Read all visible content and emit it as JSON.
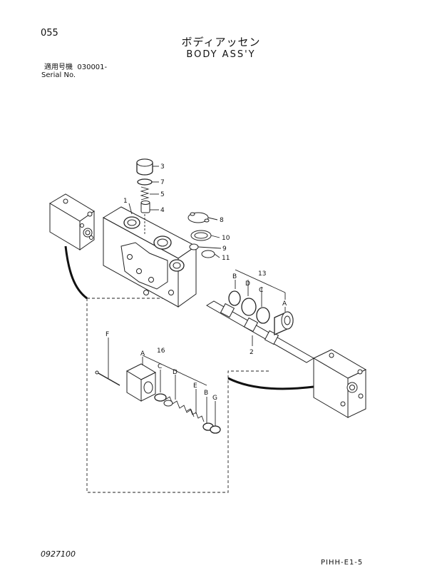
{
  "header": {
    "page_number": "055",
    "title_jp": "ボディアッセン",
    "title_en": "BODY ASS'Y",
    "serial_label_jp": "適用号機",
    "serial_range": "030001-",
    "serial_label_en": "Serial No."
  },
  "callouts": {
    "n1": "1",
    "n2": "2",
    "n3": "3",
    "n4": "4",
    "n5": "5",
    "n7": "7",
    "n8": "8",
    "n9": "9",
    "n10": "10",
    "n11": "11",
    "n13": "13",
    "n16": "16",
    "a_upper": "A",
    "b_upper": "B",
    "c_upper": "C",
    "d_upper": "D",
    "a_kit": "A",
    "b_kit": "B",
    "c_kit": "C",
    "d_kit": "D",
    "e_kit": "E",
    "f_kit": "F",
    "g_kit": "G"
  },
  "footer": {
    "code_left": "0927100",
    "code_right": "PIHH-E1-5"
  }
}
